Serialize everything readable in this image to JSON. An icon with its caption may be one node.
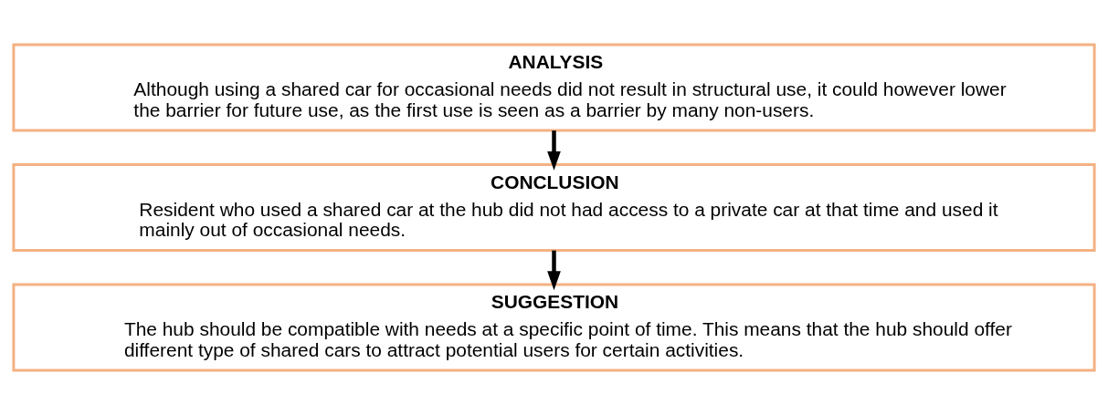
{
  "diagram": {
    "nodes": [
      {
        "text": [
          "ANALYSIS",
          "Although using a shared car for occasional needs did not result in structural use, it could however lower the barrier for future use, as the first use is seen as a barrier by many non-users."
        ]
      },
      {
        "text": [
          "CONCLUSION",
          "Resident who used a shared car at the hub did not had access to a private car at that time and used it mainly out of occasional needs."
        ]
      },
      {
        "text": [
          "SUGGESTION",
          "The hub should be compatible with needs at a specific point of time. This means that the hub should offer different type of shared cars to attract potential users for certain activities."
        ]
      }
    ],
    "edges": [
      {
        "from": 0,
        "to": 1,
        "arrow": "to"
      },
      {
        "from": 1,
        "to": 2,
        "arrow": "to"
      }
    ]
  }
}
